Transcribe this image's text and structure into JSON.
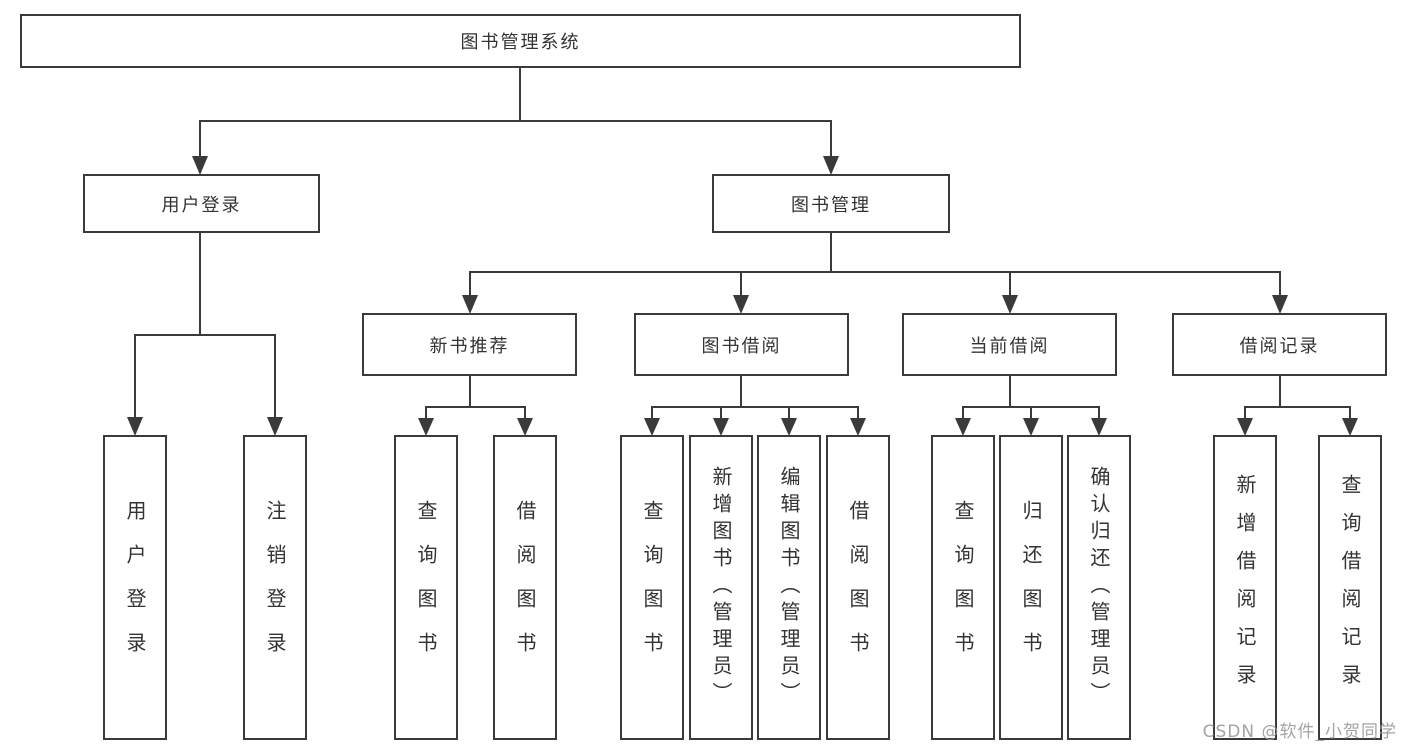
{
  "diagram": {
    "root": "图书管理系统",
    "level2": {
      "user_login": "用户登录",
      "book_management": "图书管理"
    },
    "level3": {
      "new_book_recommend": "新书推荐",
      "book_borrow": "图书借阅",
      "current_borrow": "当前借阅",
      "borrow_records": "借阅记录"
    },
    "leaves": {
      "user_login": [
        "用户登录",
        "注销登录"
      ],
      "new_book_recommend": [
        "查询图书",
        "借阅图书"
      ],
      "book_borrow": [
        "查询图书",
        "新增图书（管理员）",
        "编辑图书（管理员）",
        "借阅图书"
      ],
      "current_borrow": [
        "查询图书",
        "归还图书",
        "确认归还（管理员）"
      ],
      "borrow_records": [
        "新增借阅记录",
        "查询借阅记录"
      ]
    }
  },
  "watermark": "CSDN @软件_小贺同学",
  "colors": {
    "line": "#3a3a3a",
    "text": "#333333",
    "watermark": "#999999",
    "background": "#ffffff"
  }
}
